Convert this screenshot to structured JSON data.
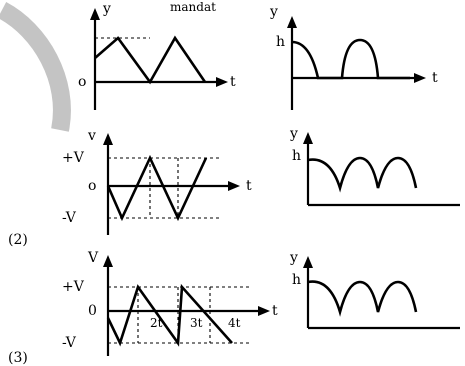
{
  "header_fragment": "mandat",
  "row1": {
    "left": {
      "y_label": "y",
      "x_label": "t",
      "origin": "o"
    },
    "right": {
      "y_label": "y",
      "x_label": "t",
      "h_label": "h"
    }
  },
  "row2": {
    "marker": "(2)",
    "left": {
      "y_label": "v",
      "x_label": "t",
      "plus_label": "+V",
      "minus_label": "-V",
      "origin": "o"
    },
    "right": {
      "y_label": "y",
      "h_label": "h"
    }
  },
  "row3": {
    "marker": "(3)",
    "left": {
      "y_label": "V",
      "x_label": "t",
      "plus_label": "+V",
      "minus_label": "-V",
      "origin": "0",
      "ticks": [
        "2t",
        "3t",
        "4t"
      ]
    },
    "right": {
      "y_label": "y",
      "h_label": "h"
    }
  }
}
